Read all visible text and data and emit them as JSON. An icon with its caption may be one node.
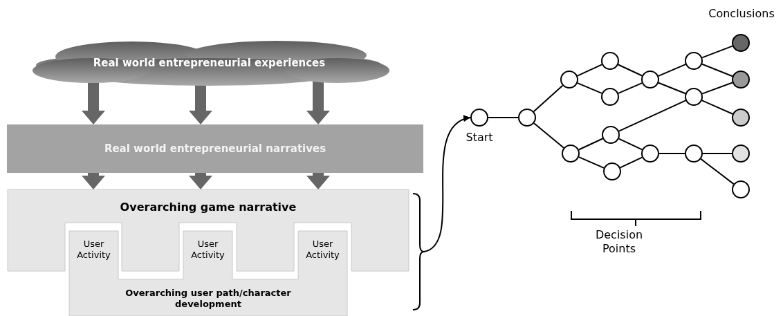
{
  "diagram": {
    "nodes": [
      {
        "text": [
          "Real world entrepreneurial experiences"
        ]
      },
      {
        "text": [
          "Real world entrepreneurial narratives"
        ]
      },
      {
        "text": [
          "Overarching game narrative"
        ]
      },
      {
        "text": [
          "User Activity",
          "User Activity",
          "User Activity",
          "Overarching user path/character development"
        ]
      },
      {
        "text": [],
        "shape": "bracket"
      },
      {
        "text": [],
        "shape": "circle",
        "beside": [
          "Start"
        ]
      },
      {
        "text": [],
        "shape": "circle"
      },
      {
        "text": [],
        "shape": "circle"
      },
      {
        "text": [],
        "shape": "circle"
      },
      {
        "text": [],
        "shape": "circle"
      },
      {
        "text": [],
        "shape": "circle"
      },
      {
        "text": [],
        "shape": "circle"
      },
      {
        "text": [],
        "shape": "circle"
      },
      {
        "text": [],
        "shape": "circle"
      },
      {
        "text": [],
        "shape": "circle"
      },
      {
        "text": [],
        "shape": "circle"
      },
      {
        "text": [],
        "shape": "circle"
      },
      {
        "text": [],
        "shape": "circle"
      },
      {
        "text": [],
        "shape": "circle"
      },
      {
        "text": [],
        "shape": "circle"
      },
      {
        "text": [],
        "shape": "circle"
      },
      {
        "text": [],
        "shape": "circle"
      },
      {
        "text": [],
        "shape": "circle"
      }
    ],
    "edges": [
      {
        "from": 0,
        "to": 1,
        "arrow": "to",
        "style": "thick",
        "color": "#666666"
      },
      {
        "from": 0,
        "to": 1,
        "arrow": "to",
        "style": "thick",
        "color": "#666666"
      },
      {
        "from": 0,
        "to": 1,
        "arrow": "to",
        "style": "thick",
        "color": "#666666"
      },
      {
        "from": 1,
        "to": 2,
        "arrow": "to",
        "style": "thick",
        "color": "#666666"
      },
      {
        "from": 1,
        "to": 2,
        "arrow": "to",
        "style": "thick",
        "color": "#666666"
      },
      {
        "from": 1,
        "to": 2,
        "arrow": "to",
        "style": "thick",
        "color": "#666666"
      },
      {
        "from": 4,
        "to": 5,
        "arrow": "to"
      },
      {
        "from": 5,
        "to": 6,
        "arrow": "none"
      },
      {
        "from": 6,
        "to": 7,
        "arrow": "none"
      },
      {
        "from": 6,
        "to": 8,
        "arrow": "none"
      },
      {
        "from": 7,
        "to": 9,
        "arrow": "none"
      },
      {
        "from": 7,
        "to": 10,
        "arrow": "none"
      },
      {
        "from": 9,
        "to": 13,
        "arrow": "none"
      },
      {
        "from": 10,
        "to": 13,
        "arrow": "none"
      },
      {
        "from": 13,
        "to": 15,
        "arrow": "none"
      },
      {
        "from": 13,
        "to": 16,
        "arrow": "none"
      },
      {
        "from": 8,
        "to": 11,
        "arrow": "none"
      },
      {
        "from": 8,
        "to": 12,
        "arrow": "none"
      },
      {
        "from": 11,
        "to": 14,
        "arrow": "none"
      },
      {
        "from": 12,
        "to": 14,
        "arrow": "none"
      },
      {
        "from": 11,
        "to": 16,
        "arrow": "none"
      },
      {
        "from": 14,
        "to": 17,
        "arrow": "none"
      },
      {
        "from": 15,
        "to": 18,
        "arrow": "none"
      },
      {
        "from": 15,
        "to": 19,
        "arrow": "none"
      },
      {
        "from": 16,
        "to": 19,
        "arrow": "none"
      },
      {
        "from": 16,
        "to": 20,
        "arrow": "none"
      },
      {
        "from": 17,
        "to": 21,
        "arrow": "none"
      },
      {
        "from": 17,
        "to": 22,
        "arrow": "none"
      }
    ],
    "labels": [
      "Conclusions",
      "Decision Points"
    ]
  }
}
